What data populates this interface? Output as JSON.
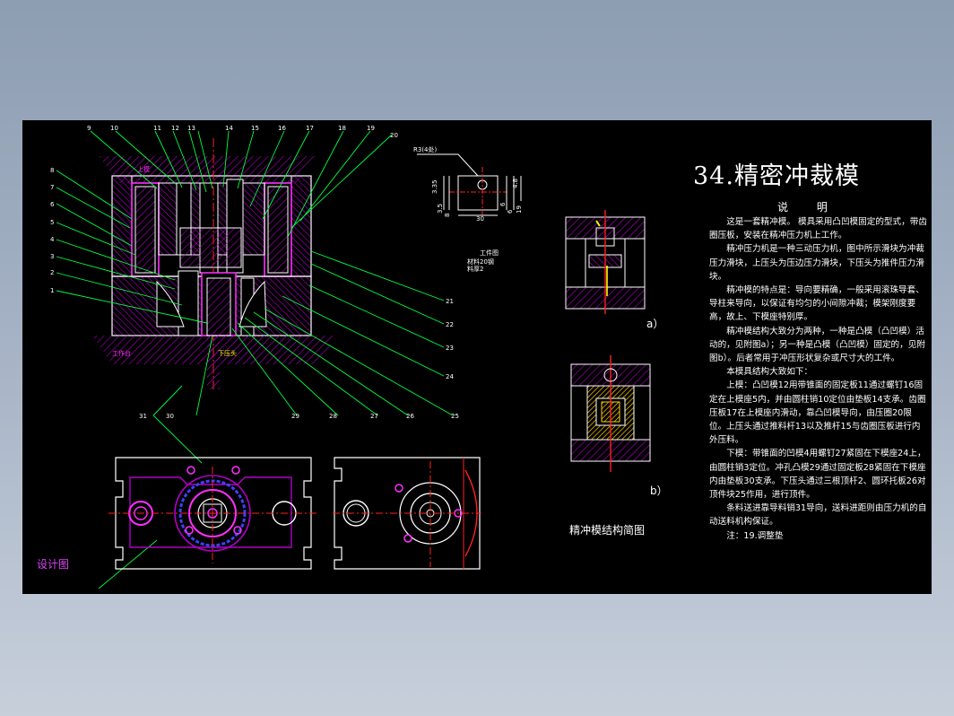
{
  "drawing": {
    "title": "34.精密冲裁模",
    "heading": "说 明",
    "description": [
      "这是一套精冲模。 模具采用凸凹模固定的型式，带齿圈压板，安装在精冲压力机上工作。",
      "精冲压力机是一种三动压力机，图中所示滑块为冲裁压力滑块，上压头为压边压力滑块，下压头为推件压力滑块。",
      "精冲模的特点是：导向要精确，一般采用滚珠导套、导柱来导向，以保证有均匀的小间隙冲裁；模架刚度要高，故上、下模座特别厚。",
      "精冲模结构大致分为两种，一种是凸模（凸凹模）活动的，见附图a）；另一种是凸模（凸凹模）固定的，见附图b）。后者常用于冲压形状复杂或尺寸大的工件。",
      "本模具结构大致如下：",
      "上模：凸凹模12用带锥面的固定板11通过螺钉16固定在上模座5内，并由圆柱销10定位由垫板14支承。齿圈压板17在上模座内滑动，靠凸凹模导向，由压圈20限位。上压头通过推料杆13以及推杆15与齿圈压板进行内外压料。",
      "下模：带锥面的凹模4用螺钉27紧固在下模座24上，由圆柱销3定位。冲孔凸模29通过固定板28紧固在下模座内由垫板30支承。下压头通过三根顶杆2、圆环托板26对顶件块25作用，进行顶件。",
      "条料送进靠导料销31导向，送料进距则由压力机的自动送料机构保证。",
      "注：19.调整垫"
    ],
    "caption_structure": "精冲模结构简图",
    "label_a": "a）",
    "label_b": "b）",
    "design_label": "设计图",
    "workpiece_label": "工件图",
    "material_label": "材料",
    "material_value": "20钢",
    "thickness_label": "料厚",
    "thickness_value": "2",
    "dim_r": "R3(4处)",
    "upper_mold_label": "上模",
    "lower_mold_label": "工作台",
    "stopper_label": "下压头",
    "part_numbers_left": [
      "8",
      "7",
      "6",
      "5",
      "4",
      "3",
      "2",
      "1"
    ],
    "part_numbers_top": [
      "9",
      "10",
      "11",
      "12",
      "13",
      "14",
      "15",
      "16",
      "17",
      "18",
      "19",
      "20"
    ],
    "part_numbers_right": [
      "21",
      "22",
      "23",
      "24",
      "25",
      "26",
      "27",
      "28",
      "29",
      "30",
      "31"
    ],
    "dims": [
      "3.35",
      "4.8",
      "3.5",
      "8",
      "6",
      "30",
      "6",
      "19"
    ]
  },
  "colors": {
    "background": "#000000",
    "outline": "#ffffff",
    "hatch": "#b000c8",
    "leader": "#00ff40",
    "center": "#ff2020",
    "accent": "#ffff00"
  }
}
